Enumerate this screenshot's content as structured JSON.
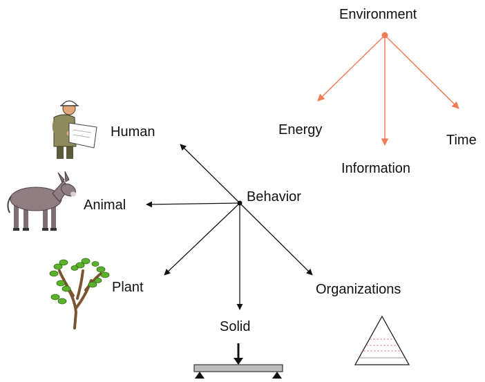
{
  "environment": {
    "label": "Environment",
    "children": [
      "Energy",
      "Information",
      "Time"
    ],
    "color": "#f27a55"
  },
  "behavior": {
    "label": "Behavior",
    "children": [
      "Human",
      "Animal",
      "Plant",
      "Solid",
      "Organizations"
    ],
    "color": "#111111"
  },
  "icons": [
    "worker-icon",
    "donkey-icon",
    "tree-icon",
    "beam-icon",
    "pyramid-icon"
  ]
}
